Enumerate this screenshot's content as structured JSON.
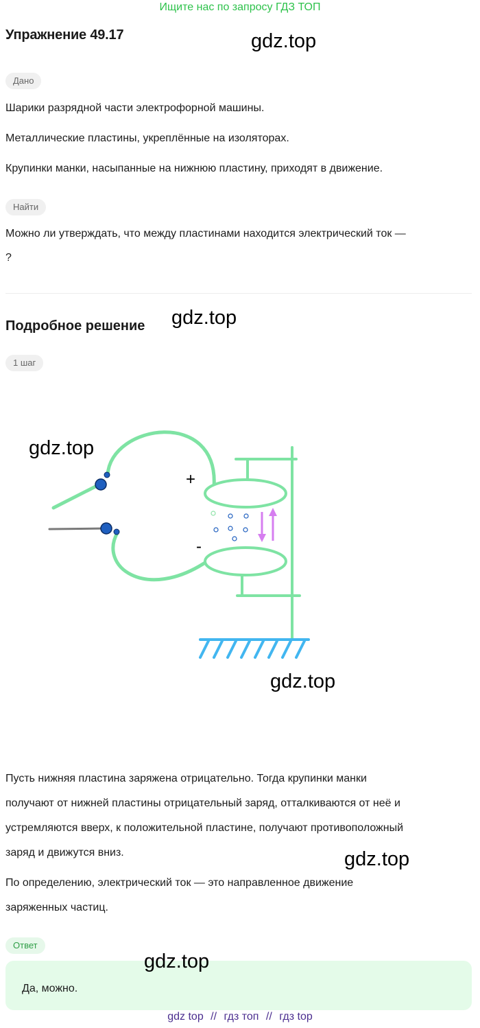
{
  "banner": "Ищите нас по запросу ГДЗ ТОП",
  "title": "Упражнение 49.17",
  "watermark": "gdz.top",
  "given": {
    "label": "Дано",
    "lines": [
      "Шарики разрядной части электрофорной машины.",
      "Металлические пластины, укреплённые на изоляторах.",
      "Крупинки манки, насыпанные на нижнюю пластину, приходят в движение."
    ]
  },
  "find": {
    "label": "Найти",
    "line1": "Можно ли утверждать, что между пластинами находится электрический ток —",
    "line2": "?"
  },
  "solution": {
    "title": "Подробное решение",
    "step_label": "1 шаг",
    "diagram": {
      "plus": "+",
      "minus": "-"
    },
    "paragraph1": [
      "Пусть нижняя пластина заряжена отрицательно. Тогда крупинки манки",
      "получают от нижней пластины отрицательный заряд, отталкиваются от неё и",
      "устремляются вверх, к положительной пластине, получают противоположный",
      "заряд и движутся вниз."
    ],
    "paragraph2": [
      "По определению, электрический ток — это направленное движение",
      "заряженных частиц."
    ]
  },
  "answer": {
    "label": "Ответ",
    "text": "Да, можно."
  },
  "footer": {
    "items": [
      "gdz top",
      "гдз топ",
      "гдз top"
    ],
    "separator": "//"
  },
  "colors": {
    "banner": "#2ec24b",
    "wire": "#7ee3a3",
    "ball": "#1f5fbf",
    "arrow": "#d67ef0",
    "ground": "#42b6f0",
    "footer": "#4b2e8f"
  }
}
